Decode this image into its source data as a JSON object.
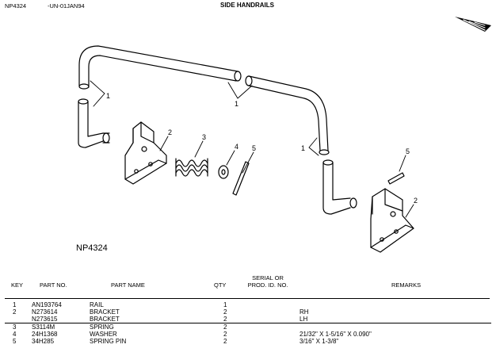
{
  "header": {
    "doc_id": "NP4324",
    "revision": "-UN-01JAN94",
    "title": "SIDE HANDRAILS"
  },
  "figure": {
    "label": "NP4324",
    "callouts": [
      "1",
      "1",
      "1",
      "2",
      "3",
      "4",
      "5",
      "5",
      "2"
    ]
  },
  "table": {
    "headers": {
      "key": "KEY",
      "part_no": "PART NO.",
      "part_name": "PART NAME",
      "qty": "QTY",
      "serial": "SERIAL OR\nPROD. ID. NO.",
      "remarks": "REMARKS"
    },
    "rows": [
      {
        "key": "1",
        "part_no": "AN193764",
        "part_name": "RAIL",
        "qty": "1",
        "remarks": ""
      },
      {
        "key": "2",
        "part_no": "N273614",
        "part_name": "BRACKET",
        "qty": "2",
        "remarks": "RH"
      },
      {
        "key": "",
        "part_no": "N273615",
        "part_name": "BRACKET",
        "qty": "2",
        "remarks": "LH"
      },
      {
        "key": "3",
        "part_no": "S3114M",
        "part_name": "SPRING",
        "qty": "2",
        "remarks": ""
      },
      {
        "key": "4",
        "part_no": "24H1368",
        "part_name": "WASHER",
        "qty": "2",
        "remarks": "21/32\" X 1-5/16\" X 0.090\""
      },
      {
        "key": "5",
        "part_no": "34H285",
        "part_name": "SPRING PIN",
        "qty": "2",
        "remarks": "3/16\" X 1-3/8\""
      }
    ]
  }
}
